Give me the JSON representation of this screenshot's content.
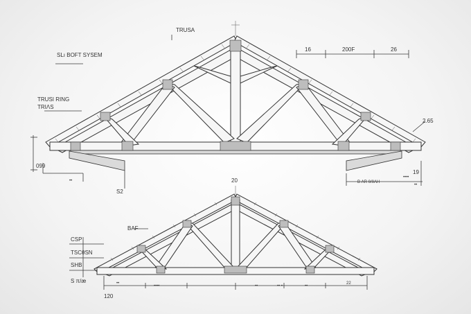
{
  "top_drawing": {
    "title": "TRUSA",
    "system_label": "SLı BOFT SYSEM",
    "left_label_1": "TRUSI RING",
    "left_label_2": "TRIΛS",
    "left_dim": "099",
    "left_tick": "••",
    "bottom_center": "S2",
    "dim_a": "16",
    "dim_b": "200F",
    "dim_c": "26",
    "right_dim": "2.65",
    "right_dim_2": "19",
    "right_small": "••••",
    "right_small_2": "••",
    "right_caption": "B ΛR θ/θΑΗ"
  },
  "bottom_drawing": {
    "top_label": "20",
    "left_label": "BAF",
    "label_1": "CSP",
    "label_2": "TSCθSN",
    "label_3": "SHB",
    "label_4": "S π/æ",
    "dim_left": "••",
    "dim_mid_1": "••••",
    "dim_mid_2": "••",
    "dim_mid_3": "•• •",
    "dim_mid_4": "••",
    "dim_right": "22",
    "bottom_number": "120"
  }
}
